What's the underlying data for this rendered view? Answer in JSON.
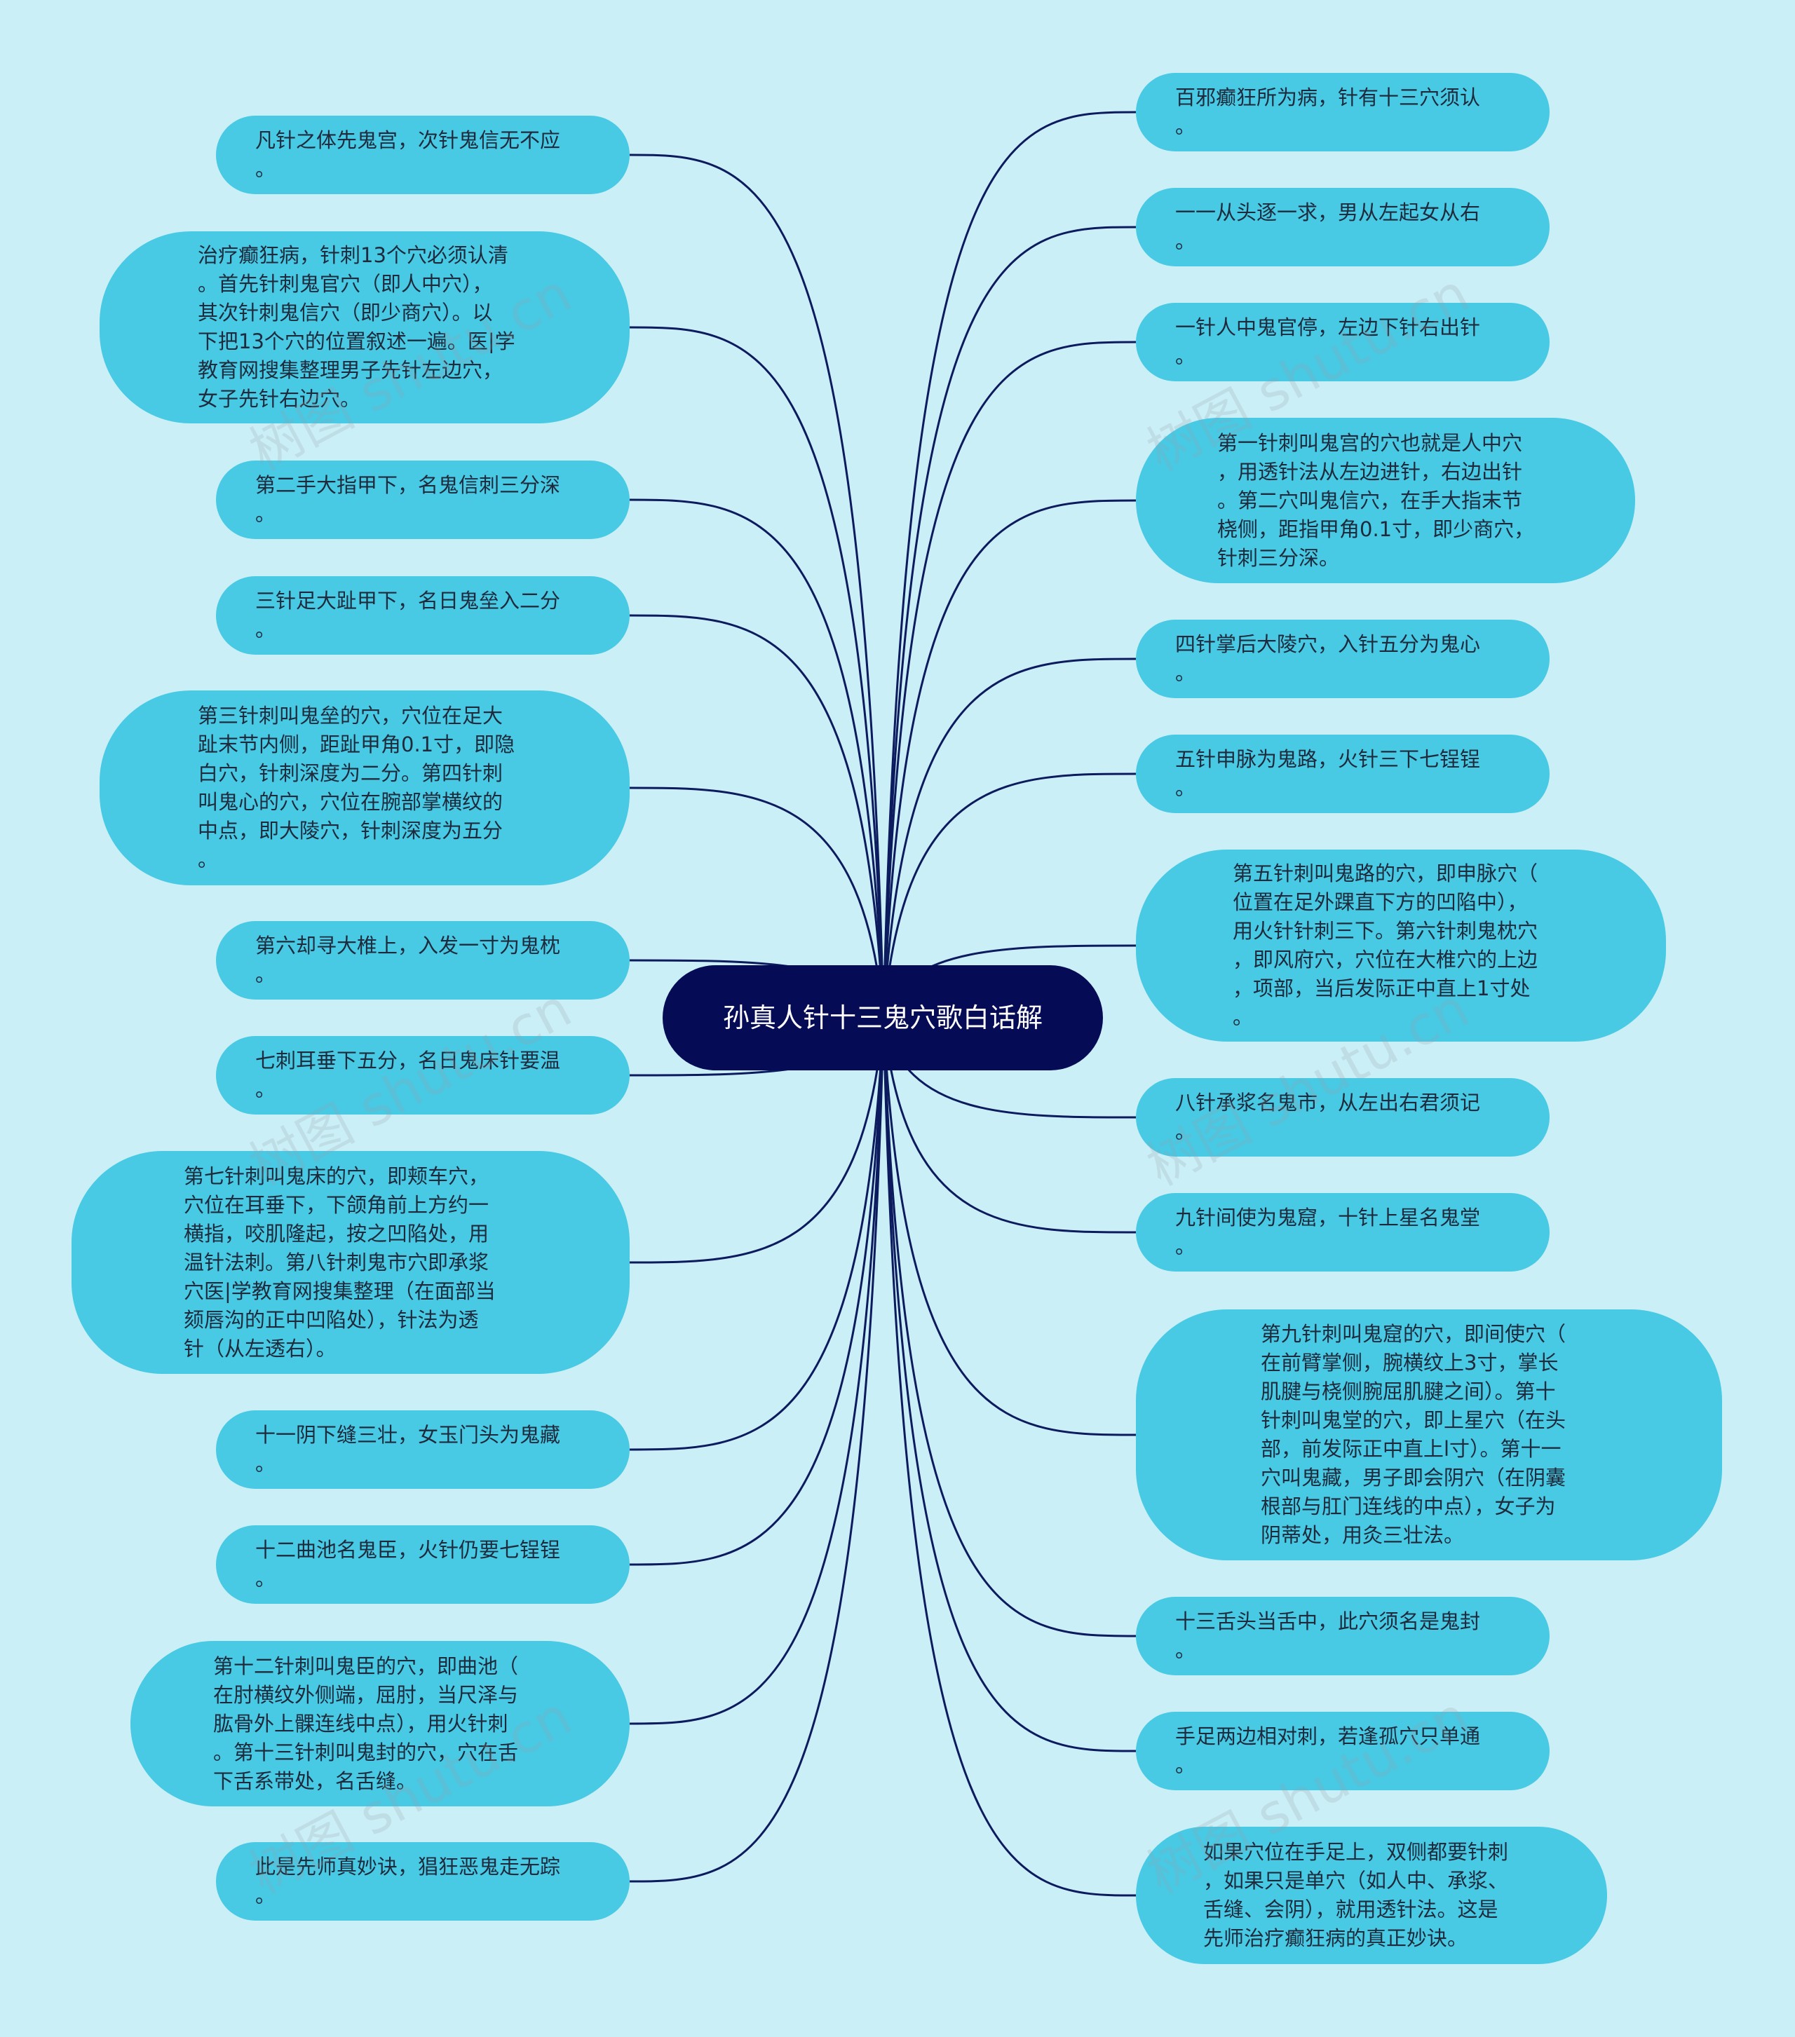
{
  "root": {
    "label": "孙真人针十三鬼穴歌白话解"
  },
  "left_nodes": [
    {
      "text": "凡针之体先鬼宫，次针鬼信无不应\n。"
    },
    {
      "text": "治疗癫狂病，针刺13个穴必须认清\n。首先针刺鬼官穴（即人中穴），\n其次针刺鬼信穴（即少商穴）。以\n下把13个穴的位置叙述一遍。医|学\n教育网搜集整理男子先针左边穴，\n女子先针右边穴。"
    },
    {
      "text": "第二手大指甲下，名鬼信刺三分深\n。"
    },
    {
      "text": "三针足大趾甲下，名日鬼垒入二分\n。"
    },
    {
      "text": "第三针刺叫鬼垒的穴，穴位在足大\n趾末节内侧，距趾甲角0.1寸，即隐\n白穴，针刺深度为二分。第四针刺\n叫鬼心的穴，穴位在腕部掌横纹的\n中点，即大陵穴，针刺深度为五分\n。"
    },
    {
      "text": "第六却寻大椎上，入发一寸为鬼枕\n。"
    },
    {
      "text": "七刺耳垂下五分，名日鬼床针要温\n。"
    },
    {
      "text": "第七针刺叫鬼床的穴，即颊车穴，\n穴位在耳垂下，下颌角前上方约一\n横指，咬肌隆起，按之凹陷处，用\n温针法刺。第八针刺鬼市穴即承浆\n穴医|学教育网搜集整理（在面部当\n颏唇沟的正中凹陷处），针法为透\n针（从左透右）。"
    },
    {
      "text": "十一阴下缝三壮，女玉门头为鬼藏\n。"
    },
    {
      "text": "十二曲池名鬼臣，火针仍要七锃锃\n。"
    },
    {
      "text": "第十二针刺叫鬼臣的穴，即曲池（\n在肘横纹外侧端，屈肘，当尺泽与\n肱骨外上髁连线中点），用火针刺\n。第十三针刺叫鬼封的穴，穴在舌\n下舌系带处，名舌缝。"
    },
    {
      "text": "此是先师真妙诀，猖狂恶鬼走无踪\n。"
    }
  ],
  "right_nodes": [
    {
      "text": "百邪癫狂所为病，针有十三穴须认\n。"
    },
    {
      "text": "一一从头逐一求，男从左起女从右\n。"
    },
    {
      "text": "一针人中鬼官停，左边下针右出针\n。"
    },
    {
      "text": "第一针刺叫鬼宫的穴也就是人中穴\n，用透针法从左边进针，右边出针\n。第二穴叫鬼信穴，在手大指末节\n桡侧，距指甲角0.1寸，即少商穴，\n针刺三分深。"
    },
    {
      "text": "四针掌后大陵穴，入针五分为鬼心\n。"
    },
    {
      "text": "五针申脉为鬼路，火针三下七锃锃\n。"
    },
    {
      "text": "第五针刺叫鬼路的穴，即申脉穴（\n位置在足外踝直下方的凹陷中），\n用火针针刺三下。第六针刺鬼枕穴\n，即风府穴，穴位在大椎穴的上边\n，项部，当后发际正中直上1寸处\n。"
    },
    {
      "text": "八针承浆名鬼市，从左出右君须记\n。"
    },
    {
      "text": "九针间使为鬼窟，十针上星名鬼堂\n。"
    },
    {
      "text": "第九针刺叫鬼窟的穴，即间使穴（\n在前臂掌侧，腕横纹上3寸，掌长\n肌腱与桡侧腕屈肌腱之间）。第十\n针刺叫鬼堂的穴，即上星穴（在头\n部，前发际正中直上l寸）。第十一\n穴叫鬼藏，男子即会阴穴（在阴囊\n根部与肛门连线的中点），女子为\n阴蒂处，用灸三壮法。"
    },
    {
      "text": "十三舌头当舌中，此穴须名是鬼封\n。"
    },
    {
      "text": "手足两边相对刺，若逢孤穴只单通\n。"
    },
    {
      "text": "如果穴位在手足上，双侧都要针刺\n，如果只是单穴（如人中、承浆、\n舌缝、会阴），就用透针法。这是\n先师治疗癫狂病的真正妙诀。"
    }
  ],
  "watermark": "树图 shutu.cn"
}
